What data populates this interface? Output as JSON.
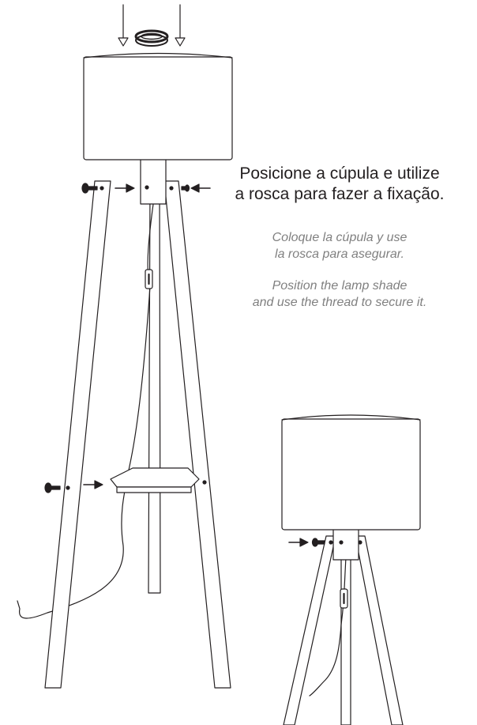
{
  "instructions": {
    "portuguese": {
      "line1": "Posicione a cúpula e utilize",
      "line2": "a rosca para fazer a fixação."
    },
    "spanish": {
      "line1": "Coloque la cúpula y use",
      "line2": "la rosca para asegurar."
    },
    "english": {
      "line1": "Position the lamp shade",
      "line2": "and use the thread to secure it."
    }
  },
  "colors": {
    "line": "#231f20",
    "text_main": "#231f20",
    "text_translation": "#808080",
    "background": "#ffffff"
  },
  "icons": [
    "arrow-icon",
    "screw-icon",
    "thread-ring-icon",
    "cord-switch-icon"
  ]
}
